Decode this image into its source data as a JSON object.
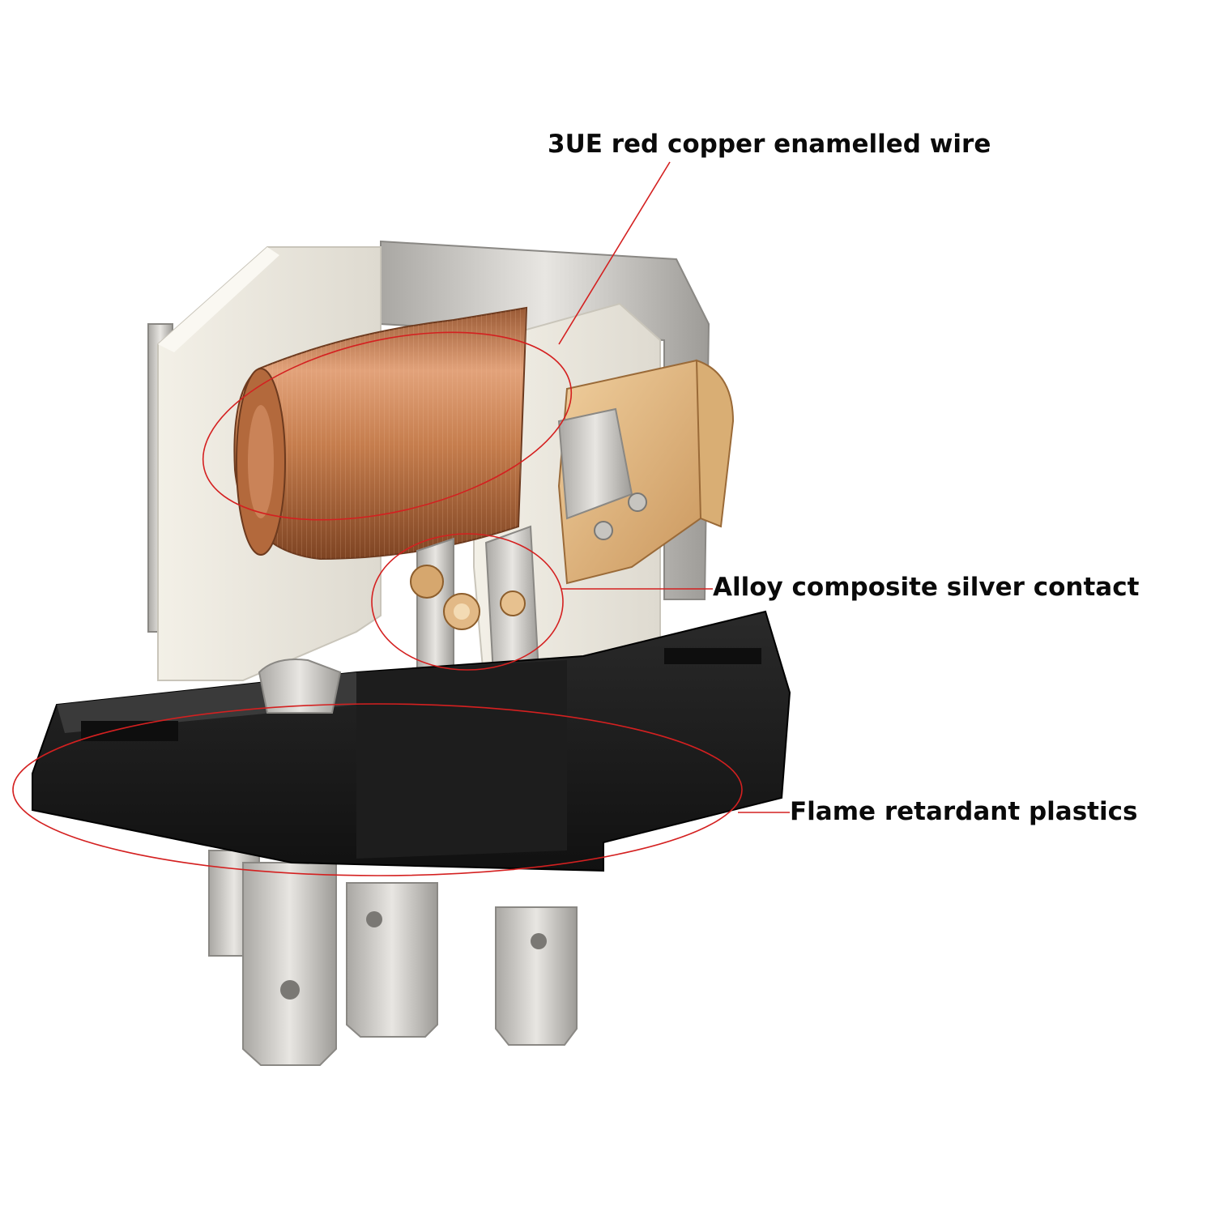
{
  "callouts": {
    "wire": "3UE red copper enamelled wire",
    "contact": "Alloy composite silver contact",
    "plastic": "Flame retardant plastics"
  },
  "colors": {
    "copper": "#c8804f",
    "copper_dark": "#8d4a25",
    "bobbin": "#ece8dc",
    "base": "#1a1a1a",
    "metal": "#d2d0cc",
    "brass": "#d9ae74",
    "annotation": "#d42020"
  }
}
